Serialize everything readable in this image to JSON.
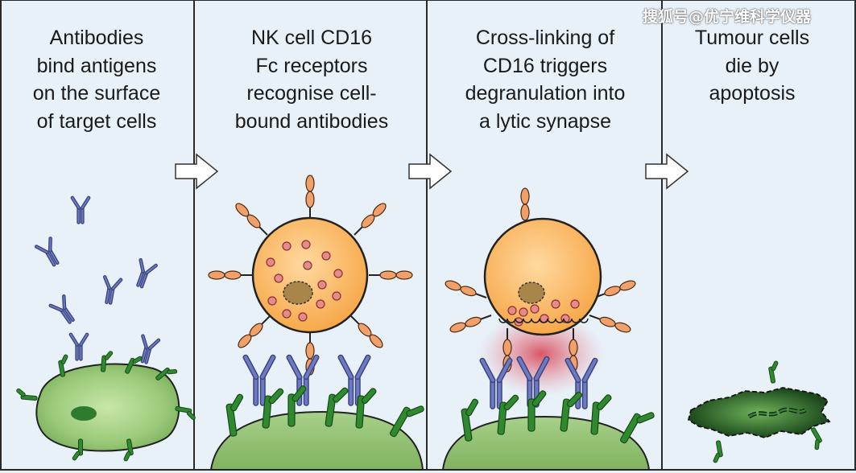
{
  "panels": [
    {
      "id": "p1",
      "lines": [
        "Antibodies",
        "bind antigens",
        "on the surface",
        "of target cells"
      ]
    },
    {
      "id": "p2",
      "lines": [
        "NK cell CD16",
        "Fc receptors",
        "recognise cell-",
        "bound antibodies"
      ]
    },
    {
      "id": "p3",
      "lines": [
        "Cross-linking of",
        "CD16 triggers",
        "degranulation into",
        "a lytic synapse"
      ]
    },
    {
      "id": "p4",
      "lines": [
        "Tumour cells",
        "die by",
        "apoptosis"
      ]
    }
  ],
  "watermark": "搜狐号@优宁维科学仪器",
  "colors": {
    "panel_bg": "#e8f1f8",
    "border": "#2a2a2a",
    "antibody": "#5561a6",
    "antigen": "#2f7d2f",
    "cell": "#a8d08a",
    "nk_cell": "#f9b25a",
    "granule": "#e68a8a",
    "nucleus": "#a8864a",
    "receptor": "#f2a06a",
    "synapse": "#e05a6a"
  }
}
